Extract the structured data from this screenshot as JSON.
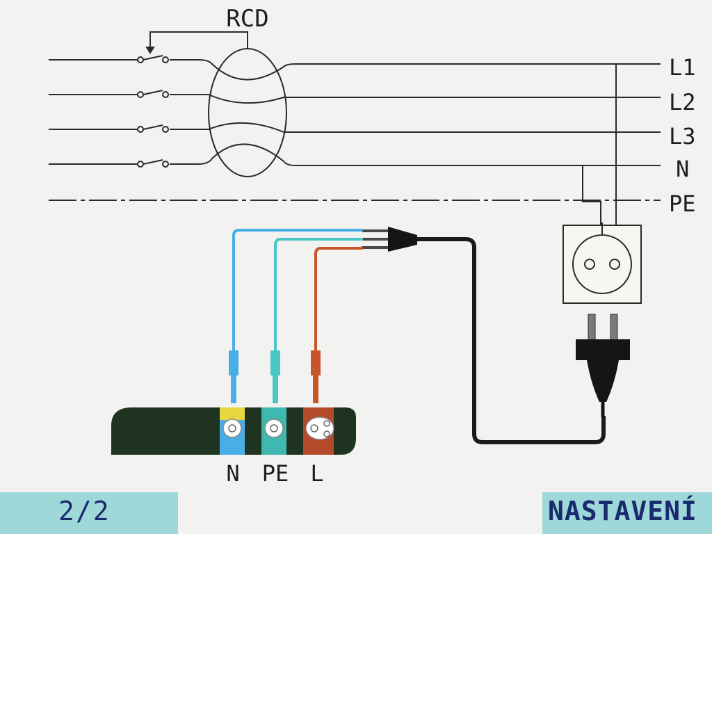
{
  "diagram": {
    "rcd_label": "RCD",
    "line_labels": [
      "L1",
      "L2",
      "L3",
      "N",
      "PE"
    ],
    "terminal_labels": [
      "N",
      "PE",
      "L"
    ],
    "colors": {
      "background": "#f2f3f0",
      "wire": "#2a2a2a",
      "n_lead": "#4aaee6",
      "pe_lead": "#49c6c6",
      "l_lead": "#c8552a",
      "pe_marker": "#e8d640",
      "instrument": "#1f3321",
      "footer": "#9fd8d8",
      "footer_text": "#1a2a6e"
    }
  },
  "footer": {
    "page_indicator": "2/2",
    "settings_button": "NASTAVENÍ"
  }
}
